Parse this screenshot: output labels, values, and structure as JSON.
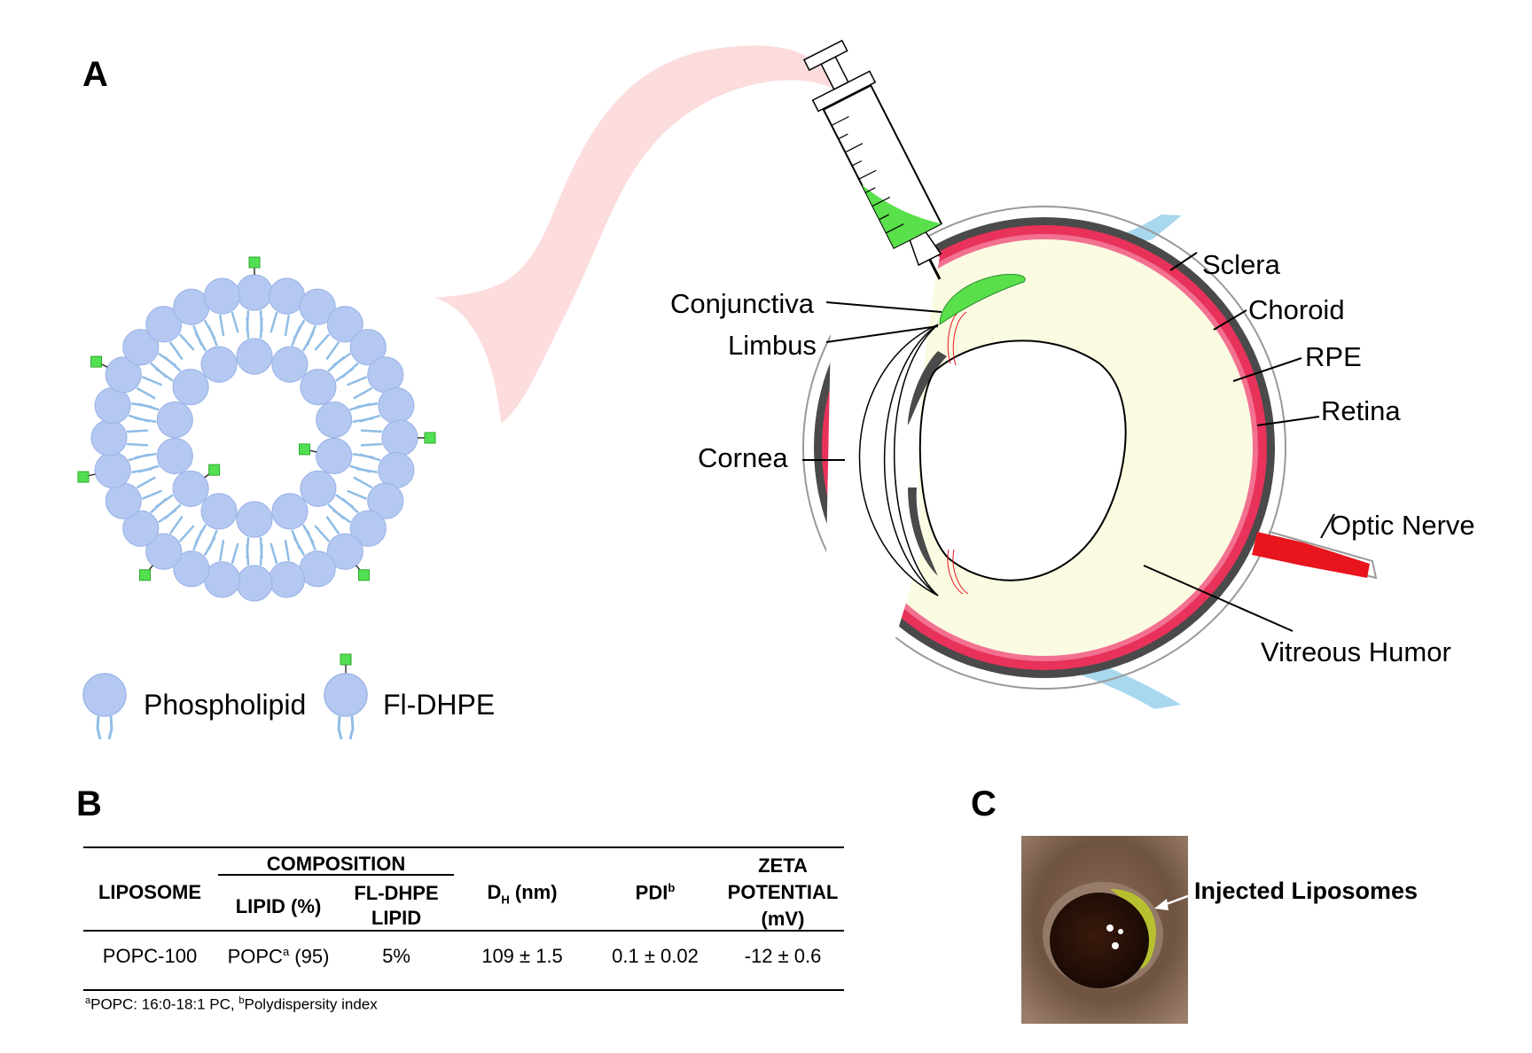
{
  "panels": {
    "a": "A",
    "b": "B",
    "c": "C"
  },
  "colors": {
    "phospholipid_head": "#b4c8f2",
    "phospholipid_tail": "#8fbde6",
    "fl_tag": "#52e052",
    "ribbon": "#fcdcdc",
    "sclera_band": "#4a4a4a",
    "choroid_rpe": "#e8325a",
    "optic_nerve": "#e8141e",
    "vitreous": "#fbfbe2",
    "conjunctiva": "#a8d8ee",
    "injection": "#59e04a"
  },
  "legend": {
    "phospholipid": "Phospholipid",
    "fl_dhpe": "Fl-DHPE",
    "phospholipid_icon": "phospholipid-icon",
    "fl_dhpe_icon": "fl-dhpe-icon"
  },
  "eye_labels": {
    "sclera": "Sclera",
    "choroid": "Choroid",
    "rpe": "RPE",
    "retina": "Retina",
    "optic_nerve": "Optic Nerve",
    "vitreous_humor": "Vitreous Humor",
    "conjunctiva": "Conjunctiva",
    "limbus": "Limbus",
    "cornea": "Cornea"
  },
  "table": {
    "group_header": "COMPOSITION",
    "col_liposome": "LIPOSOME",
    "col_lipid": "LIPID (%)",
    "col_fl_line1": "FL-DHPE",
    "col_fl_line2": "LIPID",
    "col_dh_main": "D",
    "col_dh_sub": "H",
    "col_dh_unit": " (nm)",
    "col_pdi": "PDI",
    "col_pdi_sup": "b",
    "col_zeta_line1": "ZETA",
    "col_zeta_line2": "POTENTIAL",
    "col_zeta_line3": "(mV)",
    "row": {
      "liposome": "POPC-100",
      "lipid_name": "POPC",
      "lipid_sup": "a",
      "lipid_pct": " (95)",
      "fl": "5%",
      "dh": "109 ± 1.5",
      "pdi": "0.1 ± 0.02",
      "zeta": "-12 ± 0.6"
    },
    "footnote_a_sup": "a",
    "footnote_a_text": "POPC: 16:0-18:1 PC, ",
    "footnote_b_sup": "b",
    "footnote_b_text": "Polydispersity index"
  },
  "photo": {
    "label": "Injected Liposomes"
  }
}
